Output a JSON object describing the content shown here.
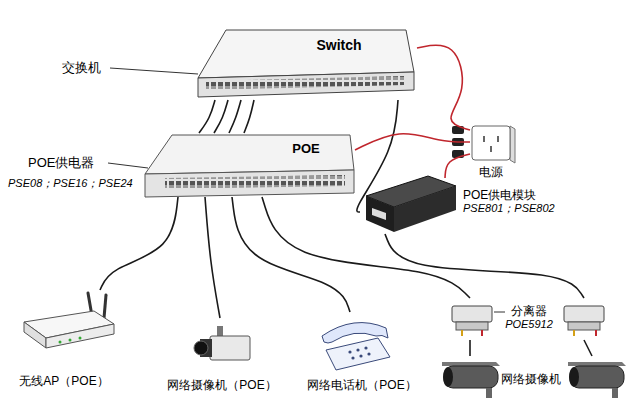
{
  "diagram": {
    "nodes": [
      {
        "text": [
          "Switch"
        ]
      },
      {
        "text": [
          "POE"
        ]
      },
      {
        "text": [
          "电源"
        ]
      },
      {
        "text": [
          "POE供电模块",
          "PSE801；PSE802"
        ]
      },
      {
        "text": [
          "无线AP（POE）"
        ]
      },
      {
        "text": [
          "网络摄像机（POE）"
        ]
      },
      {
        "text": [
          "网络电话机（POE）"
        ]
      },
      {
        "text": [
          "分离器",
          "POE5912"
        ]
      },
      {
        "text": [
          "网络摄像机"
        ]
      }
    ],
    "edges": [
      {
        "from": 0,
        "to": 1,
        "arrow": "none"
      },
      {
        "from": 0,
        "to": 1,
        "arrow": "none"
      },
      {
        "from": 0,
        "to": 1,
        "arrow": "none"
      },
      {
        "from": 0,
        "to": 1,
        "arrow": "none"
      },
      {
        "from": 0,
        "to": 3,
        "arrow": "none"
      },
      {
        "from": 0,
        "to": 2,
        "arrow": "none"
      },
      {
        "from": 1,
        "to": 2,
        "arrow": "none"
      },
      {
        "from": 1,
        "to": 4,
        "arrow": "none"
      },
      {
        "from": 1,
        "to": 5,
        "arrow": "none"
      },
      {
        "from": 1,
        "to": 6,
        "arrow": "none"
      },
      {
        "from": 1,
        "to": 7,
        "arrow": "none"
      },
      {
        "from": 3,
        "to": 7,
        "arrow": "none"
      },
      {
        "from": 3,
        "to": 2,
        "arrow": "none"
      },
      {
        "from": 7,
        "to": 8,
        "arrow": "none"
      },
      {
        "from": 7,
        "to": 8,
        "arrow": "none"
      }
    ],
    "labels": [
      "交换机",
      "POE供电器",
      "PSE08；PSE16；PSE24"
    ]
  }
}
